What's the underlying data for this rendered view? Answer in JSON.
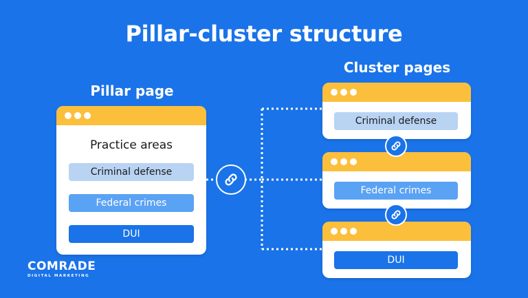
{
  "title": "Pillar-cluster structure",
  "pillar": {
    "label": "Pillar page",
    "heading": "Practice areas",
    "items": [
      "Criminal defense",
      "Federal crimes",
      "DUI"
    ]
  },
  "cluster": {
    "label": "Cluster pages",
    "pages": [
      "Criminal defense",
      "Federal crimes",
      "DUI"
    ]
  },
  "icons": {
    "link": "link-icon",
    "window_dots": "window-dots-icon"
  },
  "colors": {
    "background": "#1a73e8",
    "card_bar": "#fbbf3c",
    "chip_light": "#b9d3f3",
    "chip_mid": "#5aa2f4",
    "chip_dark": "#1a73e8"
  },
  "logo": {
    "name": "COMRADE",
    "tagline": "DIGITAL MARKETING"
  }
}
